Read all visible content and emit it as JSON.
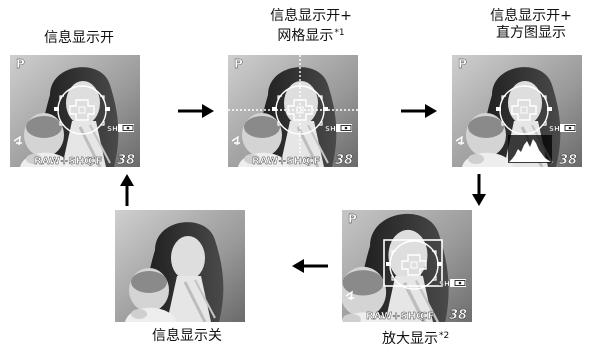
{
  "captions": {
    "info_on": "信息显示开",
    "grid_line1": "信息显示开+",
    "grid_line2": "网格显示",
    "grid_note": "*1",
    "hist_line1": "信息显示开+",
    "hist_line2": "直方图显示",
    "info_off": "信息显示关",
    "zoom": "放大显示",
    "zoom_note": "*2"
  },
  "osd": {
    "mode": "P",
    "quality": "RAW+SHQ",
    "card": "CF",
    "shots": "38",
    "metering": "SH"
  }
}
